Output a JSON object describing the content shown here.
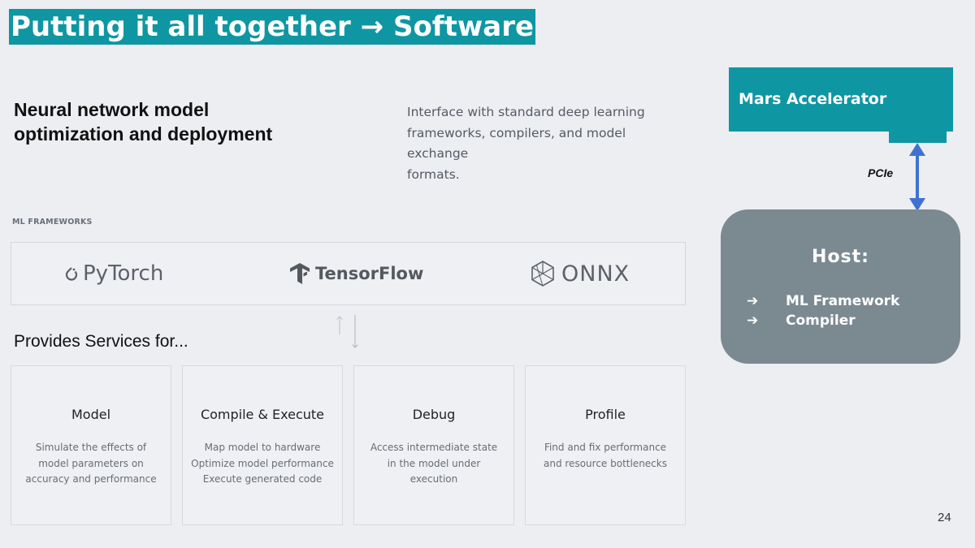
{
  "slide": {
    "title": "Putting it all together → Software",
    "heading_lines": [
      "Neural network model",
      "optimization and deployment"
    ],
    "interface_lines": [
      "Interface with standard deep learning",
      "frameworks, compilers, and model exchange",
      "formats."
    ],
    "frameworks_label": "ML FRAMEWORKS",
    "frameworks": [
      "PyTorch",
      "TensorFlow",
      "ONNX"
    ],
    "services_label": "Provides Services for...",
    "cards": [
      {
        "title": "Model",
        "lines": [
          "Simulate the effects of",
          "model parameters on",
          "accuracy and performance"
        ]
      },
      {
        "title": "Compile & Execute",
        "lines": [
          "Map model to hardware",
          "Optimize model performance",
          "Execute generated code"
        ]
      },
      {
        "title": "Debug",
        "lines": [
          "Access intermediate state",
          "in the model under",
          "execution"
        ]
      },
      {
        "title": "Profile",
        "lines": [
          "Find and fix performance",
          "and resource bottlenecks"
        ]
      }
    ],
    "page_number": "24"
  },
  "diagram": {
    "accelerator_label": "Mars Accelerator",
    "link_label": "PCIe",
    "host_title": "Host:",
    "host_items": [
      "ML Framework",
      "Compiler"
    ],
    "arrow_glyph": "➔"
  },
  "colors": {
    "teal": "#0f96a3",
    "host_gray": "#7b8a91",
    "arrow_blue": "#3f72d0",
    "background": "#eceef2"
  },
  "icons": [
    "pytorch-logo-icon",
    "tensorflow-logo-icon",
    "onnx-logo-icon",
    "double-arrow-icon",
    "up-down-arrows-icon"
  ]
}
